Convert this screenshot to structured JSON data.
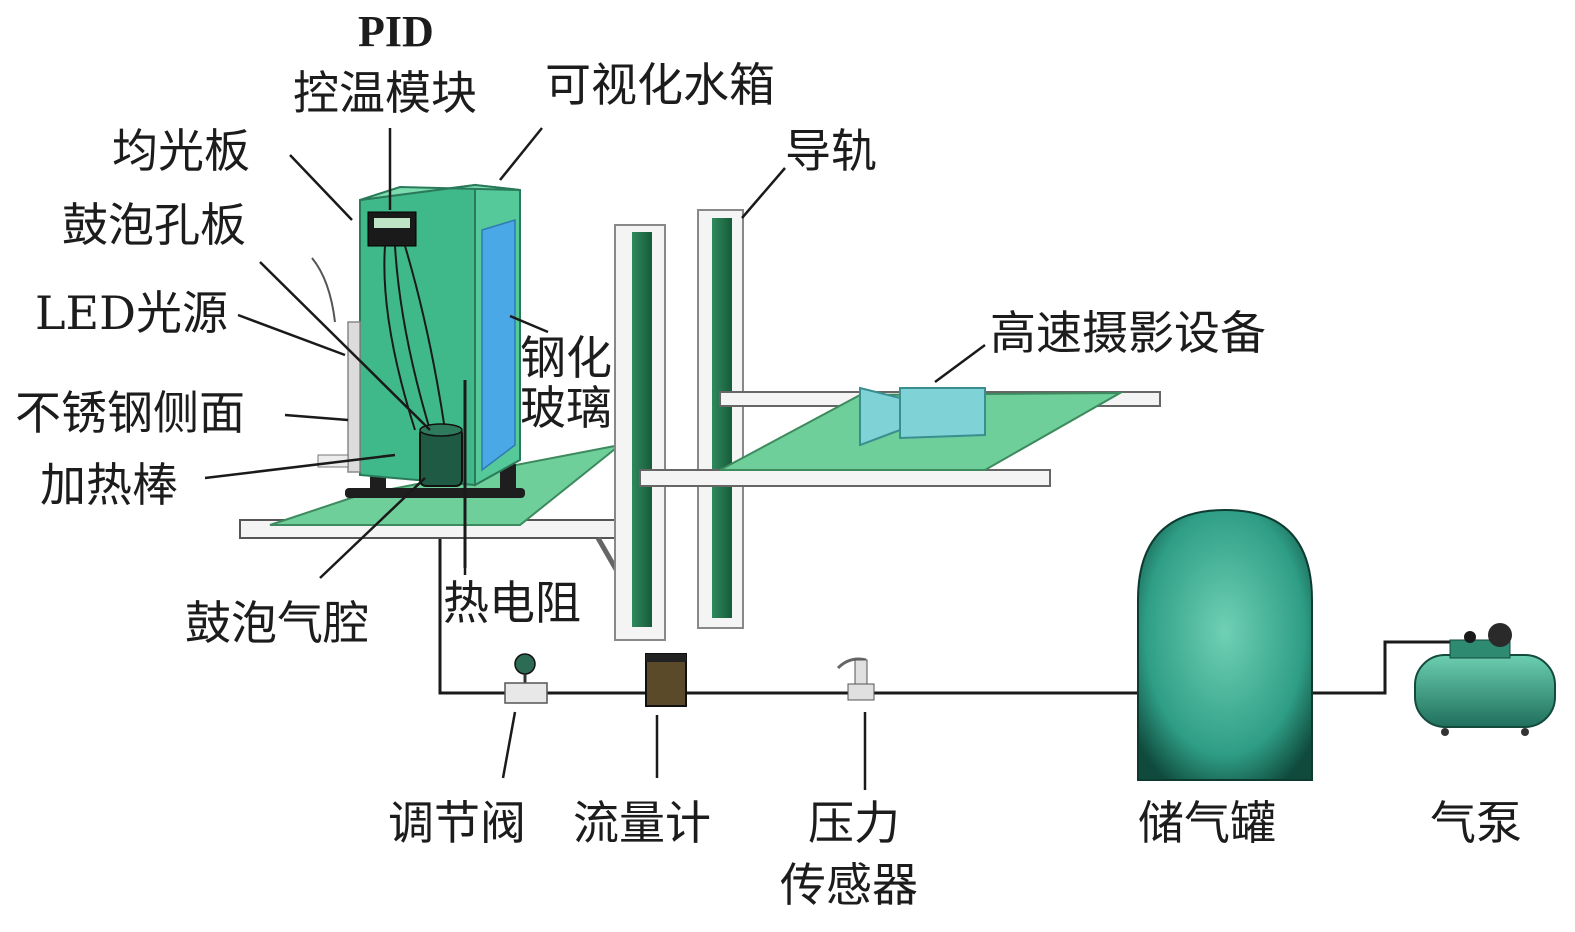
{
  "labels": {
    "pid_line1": "PID",
    "pid_line2": "控温模块",
    "visual_tank": "可视化水箱",
    "uniform_plate": "均光板",
    "bubble_orifice_plate": "鼓泡孔板",
    "led_light": "LED光源",
    "stainless_side": "不锈钢侧面",
    "heating_rod": "加热棒",
    "bubble_chamber": "鼓泡气腔",
    "thermal_resistor": "热电阻",
    "tempered_glass_1": "钢化",
    "tempered_glass_2": "玻璃",
    "guide_rail": "导轨",
    "camera": "高速摄影设备",
    "regulating_valve": "调节阀",
    "flowmeter": "流量计",
    "pressure_sensor_1": "压力",
    "pressure_sensor_2": "传感器",
    "gas_tank": "储气罐",
    "air_pump": "气泵"
  },
  "colors": {
    "tank_green": "#3fb98a",
    "platform_green": "#6fcf9a",
    "glass_blue": "#4aa8e6",
    "rail_dark": "#1f6e4a",
    "camera_cyan": "#7fd3d6",
    "gas_tank": "#2f9e86",
    "pump": "#3aa58a",
    "pipe": "#1a1a1a"
  }
}
